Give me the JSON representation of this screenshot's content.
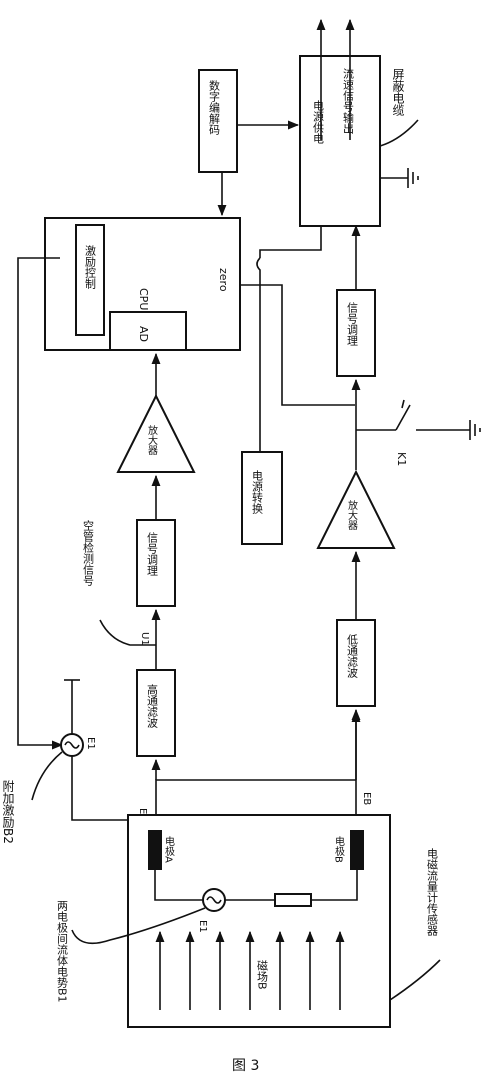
{
  "labels": {
    "shield_cable": "屏蔽电缆",
    "power_supply": "电源供电",
    "flow_signal_out": "流速信号输出",
    "digital_codec": "数字编解码",
    "excitation_ctrl": "激励控制",
    "cpu": "CPU",
    "zero": "zero",
    "ad": "AD",
    "amp_top": "放大器",
    "amp_bottom": "放大器",
    "signal_cond_top": "信号调理",
    "signal_cond_right": "信号调理",
    "power_convert": "电源转换",
    "empty_pipe": "空管检测信号",
    "u1": "U1",
    "highpass": "高通滤波",
    "lowpass": "低通滤波",
    "k1": "K1",
    "e1_right": "E1",
    "aux_excitation": "附加激励B2",
    "ea": "EA",
    "eb": "EB",
    "electrode_a": "电极A",
    "electrode_b": "电极B",
    "e1_inside": "E1",
    "magnetic_field": "磁场B",
    "fluid_emf": "两电极间流体电势B1",
    "sensor": "电磁流量计传感器",
    "figure": "图 3"
  }
}
